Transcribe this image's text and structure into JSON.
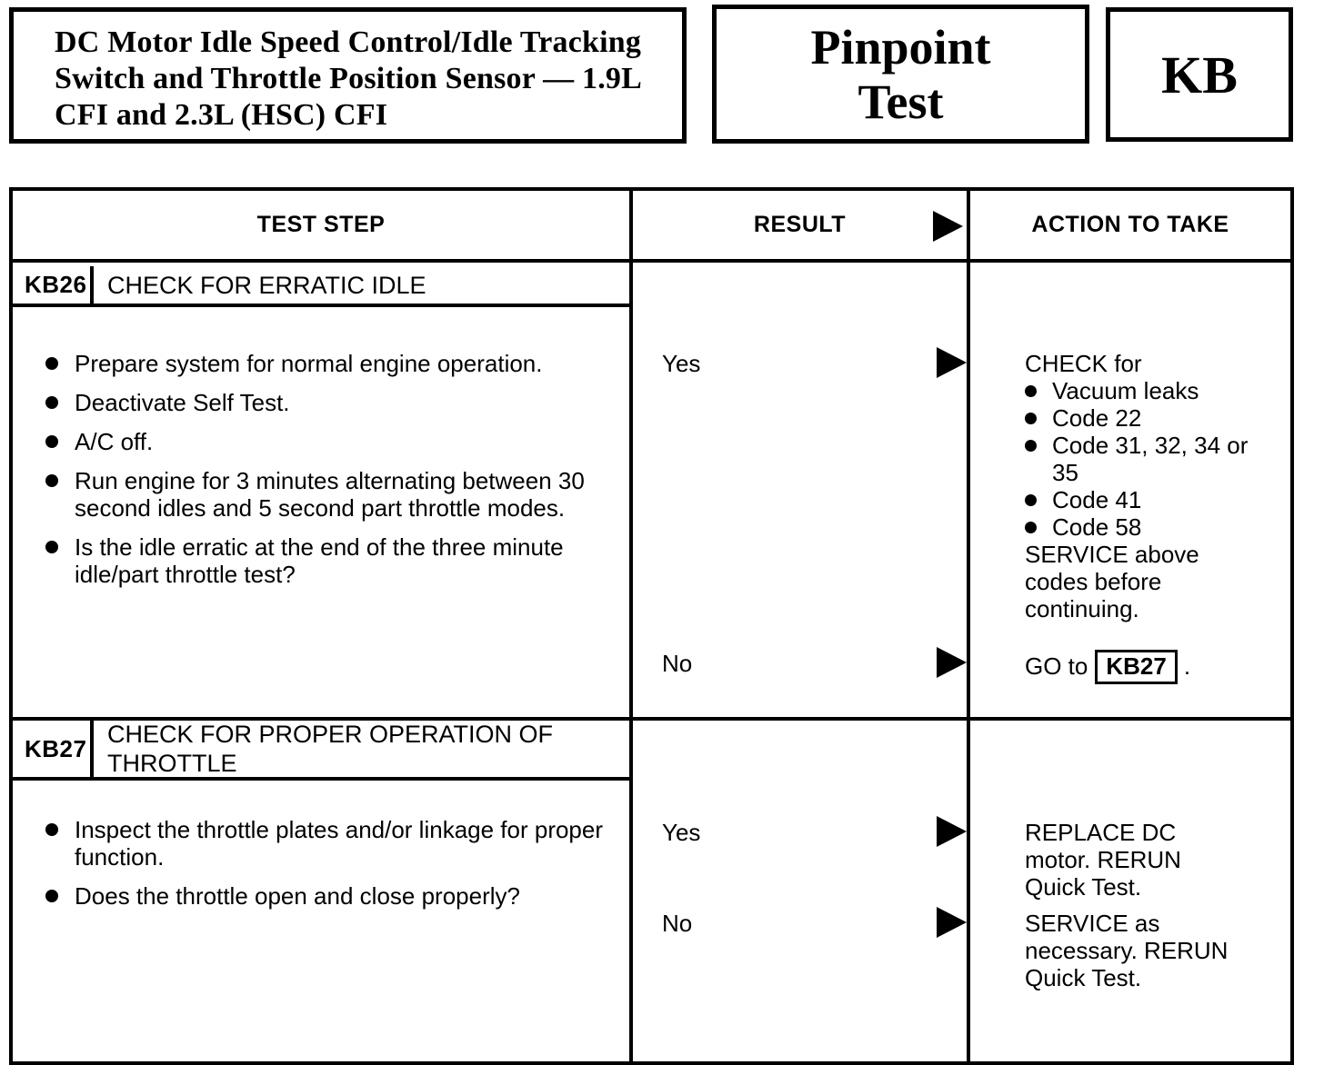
{
  "header": {
    "title": "DC Motor Idle Speed Control/Idle Tracking Switch and Throttle Position Sensor — 1.9L CFI and 2.3L (HSC) CFI",
    "pinpoint_line1": "Pinpoint",
    "pinpoint_line2": "Test",
    "code": "KB"
  },
  "icons": {
    "bullet": "filled-circle",
    "result_arrow": "filled-right-triangle"
  },
  "colors": {
    "ink": "#000000",
    "paper": "#ffffff"
  },
  "table": {
    "columns": [
      "TEST STEP",
      "RESULT",
      "ACTION TO TAKE"
    ],
    "sections": [
      {
        "id": "KB26",
        "title": "CHECK FOR ERRATIC IDLE",
        "steps": [
          "Prepare system for normal engine operation.",
          "Deactivate Self Test.",
          "A/C off.",
          "Run engine for 3 minutes alternating between 30 second idles and 5 second part throttle modes.",
          "Is the idle erratic at the end of the three minute idle/part throttle test?"
        ],
        "results": [
          {
            "label": "Yes",
            "action": {
              "intro": "CHECK for",
              "bullets": [
                "Vacuum leaks",
                "Code 22",
                "Code 31, 32, 34 or 35",
                "Code 41",
                "Code 58"
              ],
              "outro": "SERVICE above codes before continuing."
            }
          },
          {
            "label": "No",
            "action": {
              "prefix": "GO to",
              "ref": "KB27",
              "suffix": "."
            }
          }
        ]
      },
      {
        "id": "KB27",
        "title": "CHECK FOR PROPER OPERATION OF THROTTLE",
        "steps": [
          "Inspect the throttle plates and/or linkage for proper function.",
          "Does the throttle open and close properly?"
        ],
        "results": [
          {
            "label": "Yes",
            "action": {
              "text": "REPLACE DC motor. RERUN Quick Test."
            }
          },
          {
            "label": "No",
            "action": {
              "text": "SERVICE as necessary. RERUN Quick Test."
            }
          }
        ]
      }
    ]
  }
}
